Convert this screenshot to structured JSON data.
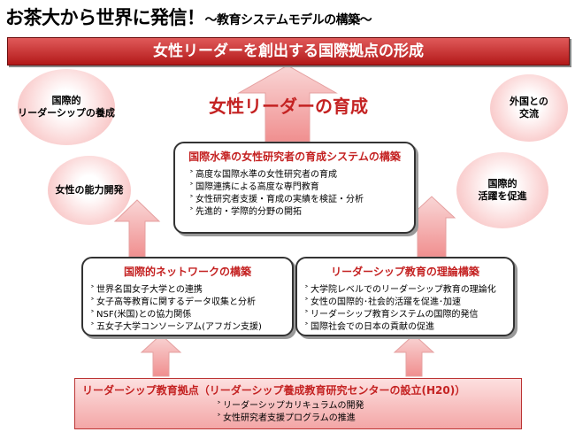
{
  "title": {
    "main": "お茶大から世界に発信！",
    "sub": "～教育システムモデルの構築～"
  },
  "banner": "女性リーダーを創出する国際拠点の形成",
  "goal": "女性リーダーの育成",
  "circles": {
    "top_left": "国際的\nリーダーシップの養成",
    "mid_left": "女性の能力開発",
    "top_right": "外国との\n交流",
    "mid_right": "国際的\n活躍を促進"
  },
  "center_box": {
    "title": "国際水準の女性研究者の育成システムの構築",
    "items": [
      "高度な国際水準の女性研究者の育成",
      "国際連携による高度な専門教育",
      "女性研究者支援・育成の実績を検証・分析",
      "先進的・学際的分野の開拓"
    ]
  },
  "left_box": {
    "title": "国際的ネットワークの構築",
    "items": [
      "世界名国女子大学との連携",
      "女子高等教育に関するデータ収集と分析",
      "NSF(米国)との協力関係",
      "五女子大学コンソーシアム(アフガン支援)"
    ]
  },
  "right_box": {
    "title": "リーダーシップ教育の理論構築",
    "items": [
      "大学院レベルでのリーダーシップ教育の理論化",
      "女性の国際的･社会的活躍を促進･加速",
      "リーダーシップ教育システムの国際的発信",
      "国際社会での日本の貢献の促進"
    ]
  },
  "bottom_box": {
    "title": "リーダーシップ教育拠点（リーダーシップ養成教育研究センターの設立(H20)）",
    "items": [
      "リーダーシップカリキュラムの開発",
      "女性研究者支援プログラムの推進"
    ]
  },
  "colors": {
    "accent": "#c42222",
    "banner": "#b31919",
    "arrow": "#f4b0b0"
  }
}
